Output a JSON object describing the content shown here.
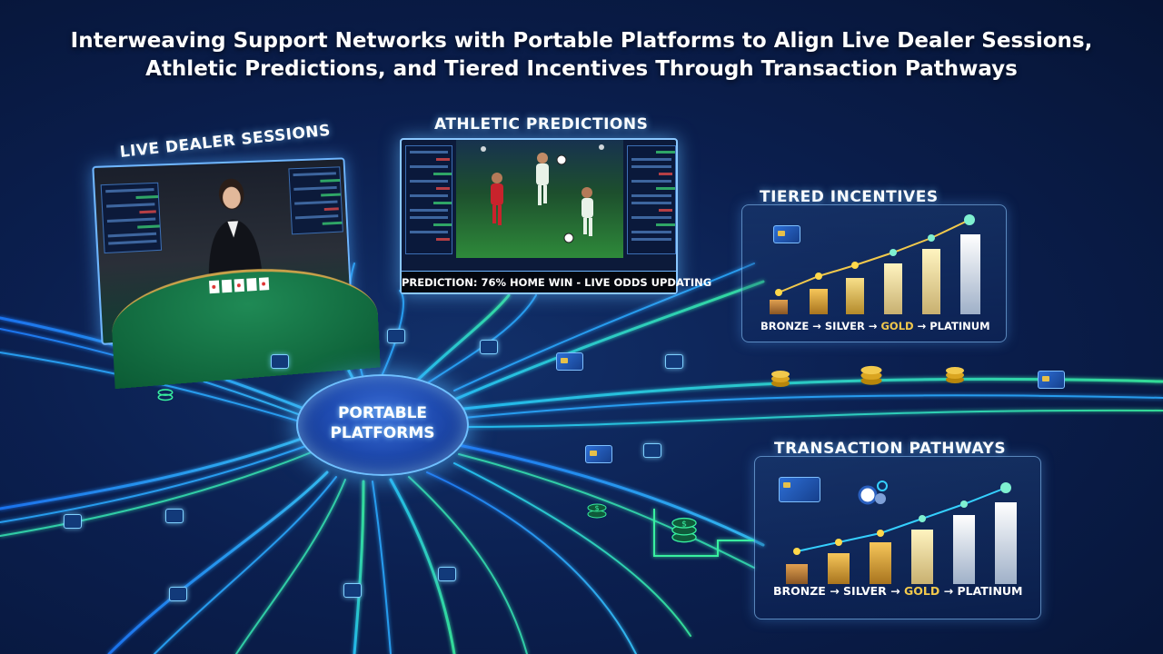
{
  "title": {
    "line1": "Interweaving Support Networks with Portable Platforms to Align Live Dealer Sessions,",
    "line2": "Athletic Predictions, and Tiered Incentives Through Transaction Pathways"
  },
  "panels": {
    "live_dealer": {
      "label": "LIVE DEALER SESSIONS"
    },
    "athletic": {
      "label": "ATHLETIC PREDICTIONS",
      "ticker": "PREDICTION: 76% HOME WIN - LIVE ODDS UPDATING"
    },
    "tiered": {
      "label": "TIERED INCENTIVES",
      "tiers": [
        "BRONZE",
        "SILVER",
        "GOLD",
        "PLATINUM"
      ],
      "arrow": "→"
    },
    "transaction": {
      "label": "TRANSACTION PATHWAYS",
      "tiers": [
        "BRONZE",
        "SILVER",
        "GOLD",
        "PLATINUM"
      ],
      "arrow": "→"
    }
  },
  "hub": {
    "line1": "PORTABLE",
    "line2": "PLATFORMS"
  },
  "colors": {
    "background": "#0b1f4f",
    "stream_blue": "#2f9bff",
    "stream_green": "#2fe0a0",
    "bronze": "#c98a3a",
    "silver": "#d9d9d9",
    "gold": "#f2c94c",
    "platinum": "#eef3ff"
  },
  "icons": [
    "credit-card-icon",
    "coin-stack-icon",
    "network-node-icon",
    "poker-chip-icon"
  ]
}
